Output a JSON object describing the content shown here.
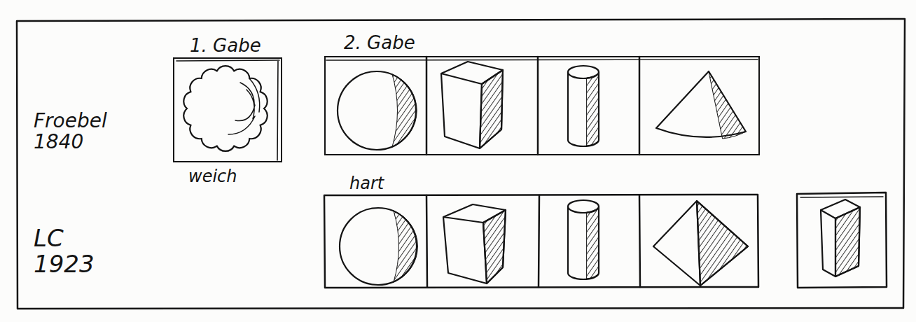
{
  "diagram": {
    "nodes": [
      {
        "text": [
          "1. Gabe",
          "weich"
        ]
      },
      {
        "text": [
          "2. Gabe",
          "hart"
        ]
      }
    ],
    "labels": [
      "Froebel 1840",
      "LC 1923"
    ]
  }
}
